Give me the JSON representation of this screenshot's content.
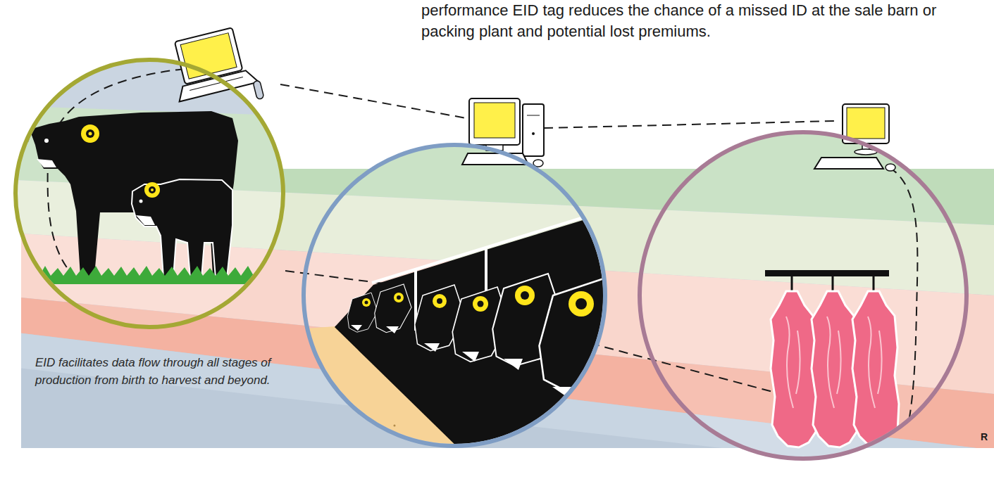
{
  "diagram": {
    "caption": "EID facilitates data flow through all stages of production from birth to harvest and beyond.",
    "labels": [
      "performance EID tag reduces the chance of a missed ID at the sale barn or packing plant and potential lost premiums.",
      "R"
    ]
  }
}
